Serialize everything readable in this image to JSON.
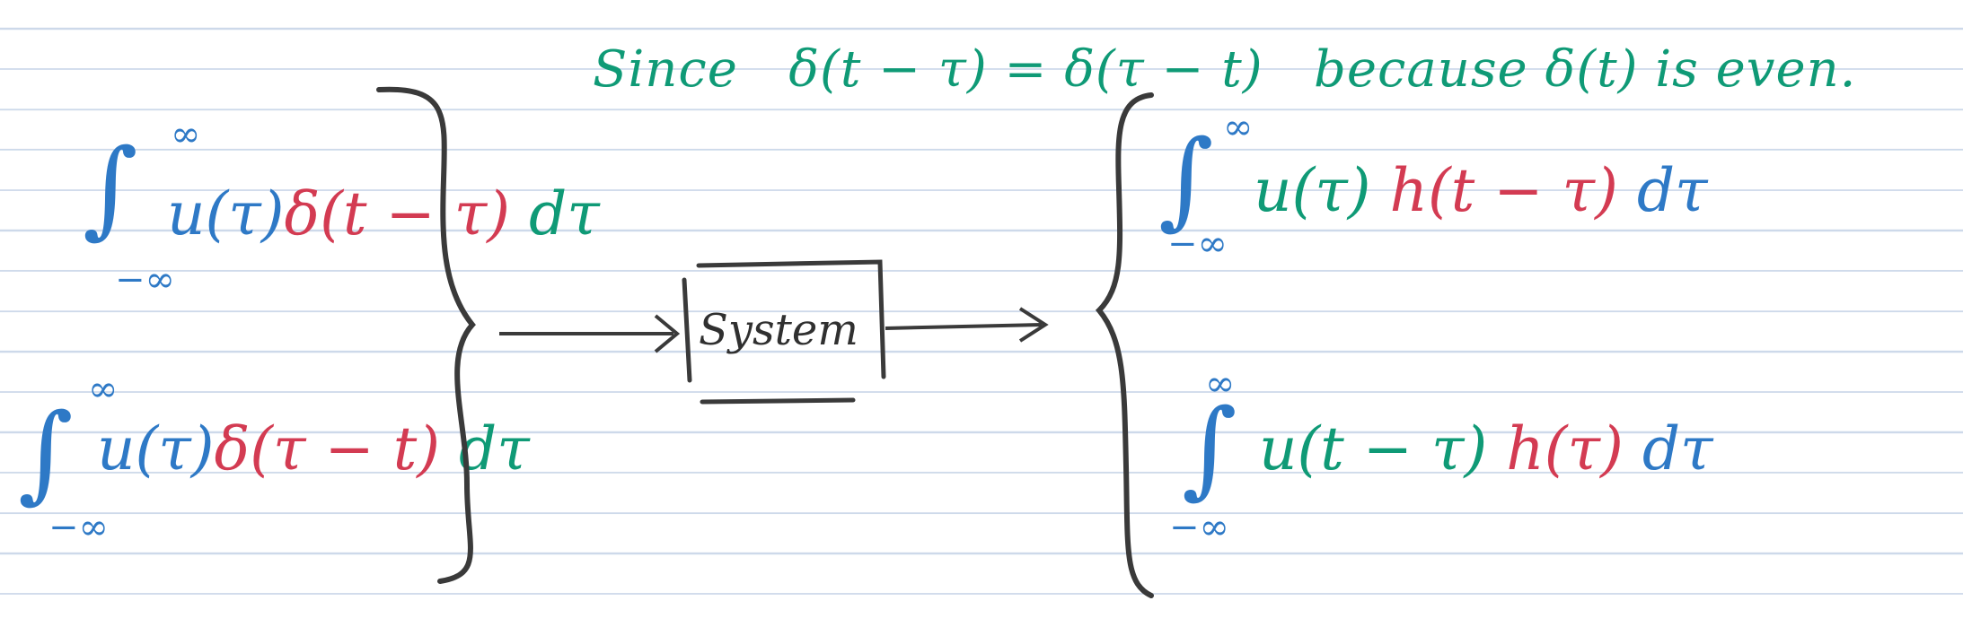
{
  "note": {
    "since": "Since",
    "identity": "δ(t − τ) = δ(τ − t)",
    "reason": "because δ(t) is even."
  },
  "input_expr_1": {
    "upper": "∞",
    "lower": "−∞",
    "integrand_u": "u(τ)",
    "integrand_delta": "δ(t − τ)",
    "d_tau": "dτ"
  },
  "input_expr_2": {
    "upper": "∞",
    "lower": "−∞",
    "integrand_u": "u(τ)",
    "integrand_delta": "δ(τ − t)",
    "d_tau": "dτ"
  },
  "system": {
    "label": "System"
  },
  "output_expr_1": {
    "upper": "∞",
    "lower": "−∞",
    "integrand_u": "u(τ)",
    "integrand_h": "h(t − τ)",
    "d_tau": "dτ"
  },
  "output_expr_2": {
    "upper": "∞",
    "lower": "−∞",
    "integrand_u": "u(t − τ)",
    "integrand_h": "h(τ)",
    "d_tau": "dτ"
  },
  "colors": {
    "green": "#0f9a76",
    "red": "#d33b52",
    "blue": "#2e79c6",
    "dark": "#303030",
    "rule": "#cdd9ea"
  }
}
